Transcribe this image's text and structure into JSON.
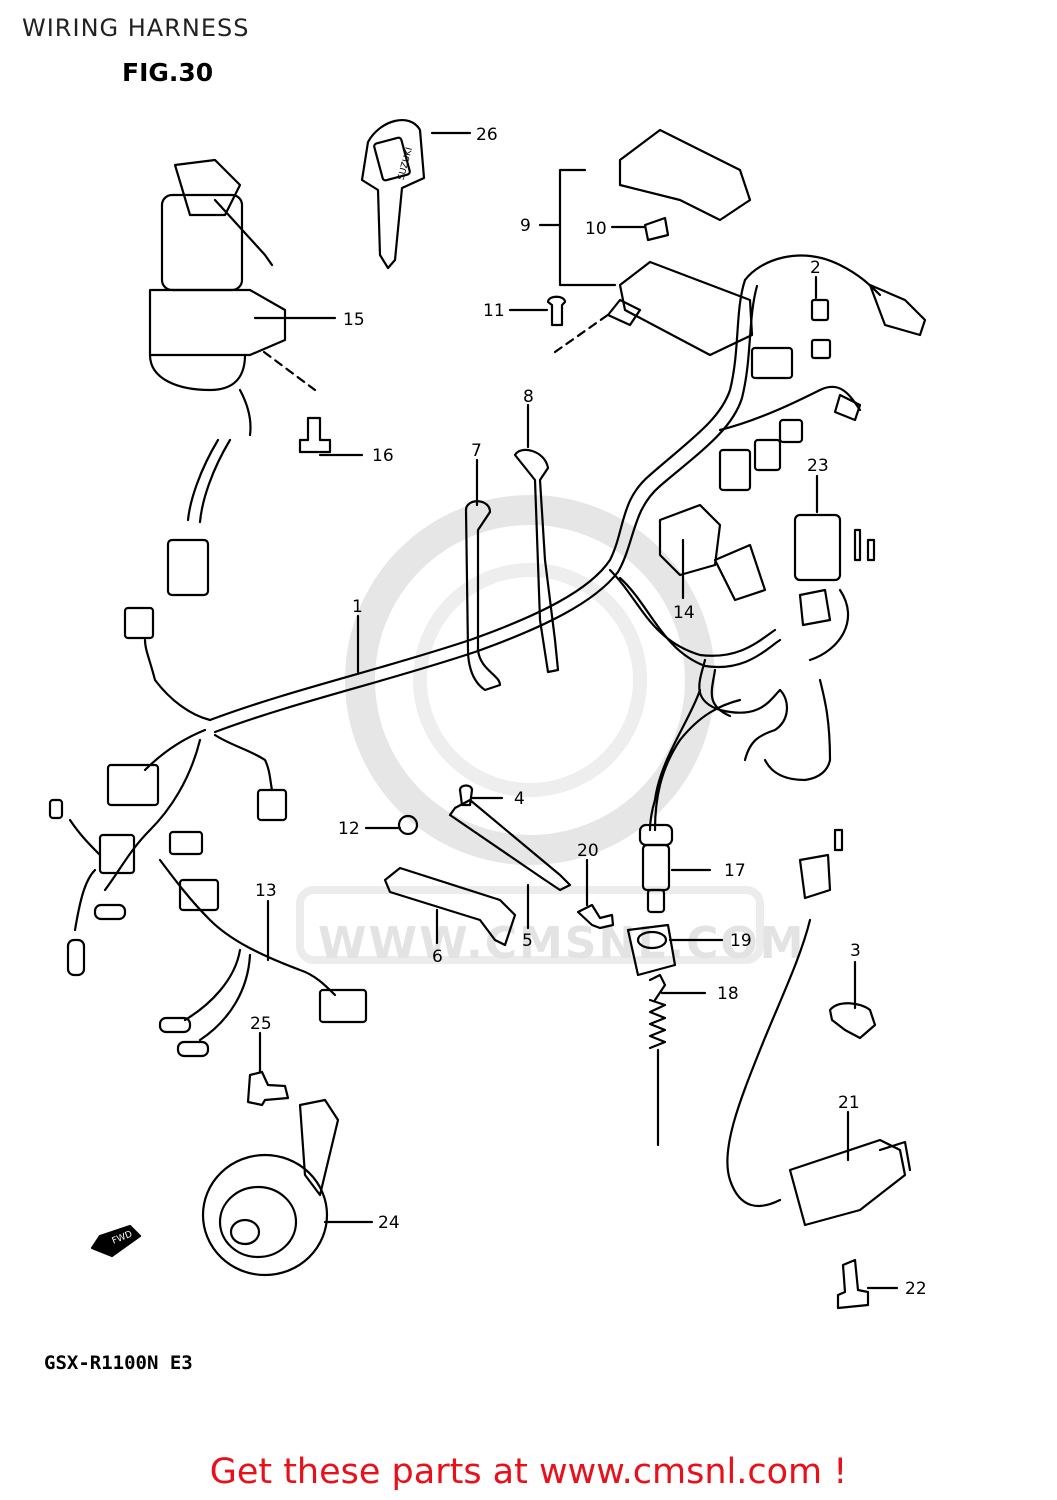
{
  "page_title": "WIRING HARNESS",
  "figure_label": "FIG.30",
  "model_code": "GSX-R1100N E3",
  "watermark": "WWW.CMSNL.COM",
  "promo_link": "Get these parts at www.cmsnl.com !",
  "key_logo": "SUZUKI",
  "fwd_marker": "FWD",
  "callouts": {
    "c1": "1",
    "c2": "2",
    "c3": "3",
    "c4": "4",
    "c5": "5",
    "c6": "6",
    "c7": "7",
    "c8": "8",
    "c9": "9",
    "c10": "10",
    "c11": "11",
    "c12": "12",
    "c13": "13",
    "c14": "14",
    "c15": "15",
    "c16": "16",
    "c17": "17",
    "c18": "18",
    "c19": "19",
    "c20": "20",
    "c21": "21",
    "c22": "22",
    "c23": "23",
    "c24": "24",
    "c25": "25",
    "c26": "26"
  }
}
